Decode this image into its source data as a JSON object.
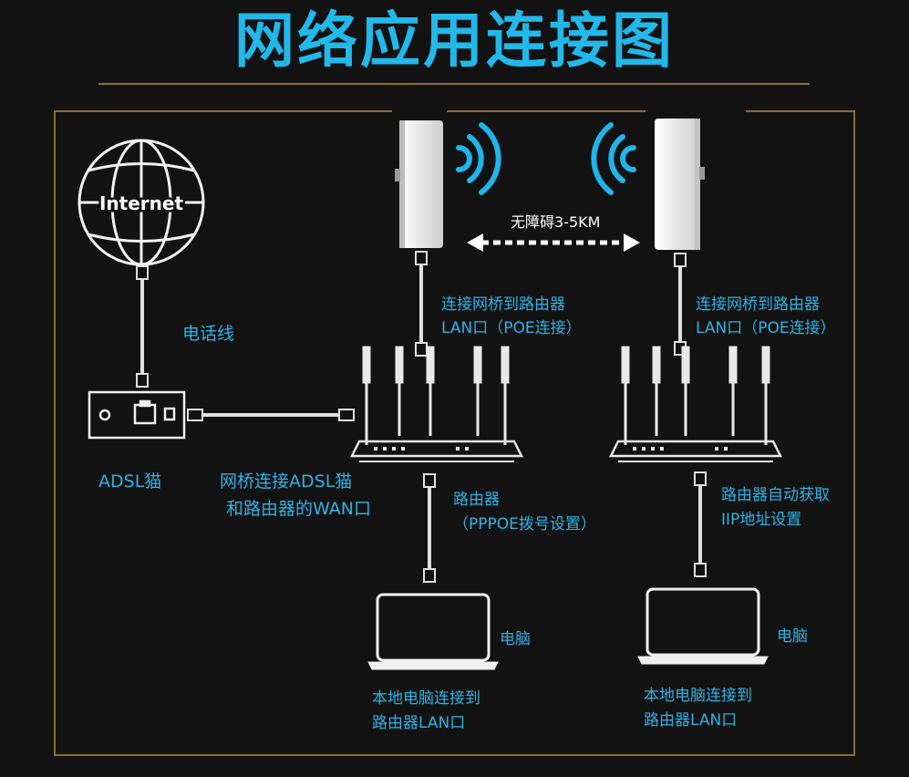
{
  "title": "网络应用连接图",
  "colors": {
    "accent": "#22b8ea",
    "label": "#2fb3e6",
    "frame": "#8a6d2a",
    "background": "#121212",
    "device": "#e8e8e8"
  },
  "internet": {
    "label": "Internet"
  },
  "phone_line": {
    "label": "电话线"
  },
  "modem": {
    "label": "ADSL猫"
  },
  "wan_link": {
    "line1": "网桥连接ADSL猫",
    "line2": "和路由器的WAN口"
  },
  "distance": {
    "label": "无障碍3-5KM"
  },
  "left_bridge": {
    "line1": "连接网桥到路由器",
    "line2": "LAN口（POE连接）"
  },
  "right_bridge": {
    "line1": "连接网桥到路由器",
    "line2": "LAN口（POE连接）"
  },
  "left_router": {
    "line1": "路由器",
    "line2": "（PPPOE拨号设置）"
  },
  "right_router": {
    "line1": "路由器自动获取",
    "line2": "IIP地址设置"
  },
  "left_pc": {
    "label": "电脑",
    "line1": "本地电脑连接到",
    "line2": "路由器LAN口"
  },
  "right_pc": {
    "label": "电脑",
    "line1": "本地电脑连接到",
    "line2": "路由器LAN口"
  },
  "icons": [
    "globe-icon",
    "wifi-signal-icon",
    "router-icon",
    "laptop-icon",
    "modem-icon",
    "ethernet-plug-icon"
  ]
}
